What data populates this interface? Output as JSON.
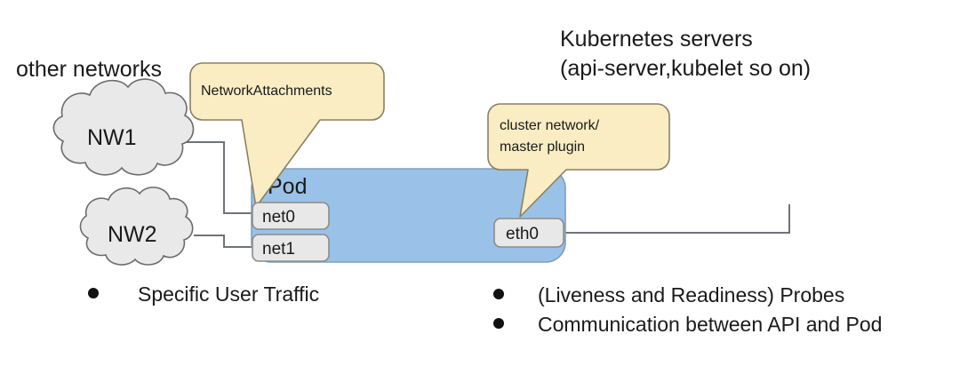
{
  "diagram": {
    "title_right": {
      "line1": "Kubernetes servers",
      "line2": "(api-server,kubelet so on)"
    },
    "label_other_networks": "other networks",
    "clouds": [
      {
        "name": "NW1"
      },
      {
        "name": "NW2"
      }
    ],
    "pod": {
      "label": "Pod",
      "interfaces_left": [
        {
          "label": "net0"
        },
        {
          "label": "net1"
        }
      ],
      "interfaces_right": [
        {
          "label": "eth0"
        }
      ]
    },
    "callouts": [
      {
        "id": "network-attachments",
        "lines": [
          "NetworkAttachments"
        ]
      },
      {
        "id": "cluster-network",
        "lines": [
          "cluster network/",
          "master plugin"
        ]
      }
    ],
    "bullets_left": [
      "Specific User Traffic"
    ],
    "bullets_right": [
      "(Liveness and Readiness) Probes",
      "Communication between API and Pod"
    ],
    "colors": {
      "background": "#ffffff",
      "pod_fill": "#9ac2e8",
      "pod_stroke": "#7d9fc0",
      "cloud_fill": "#e9e9e9",
      "cloud_stroke": "#6b6b6b",
      "callout_fill": "#faedc4",
      "callout_stroke": "#8a8063",
      "interface_fill": "#e8e8e8",
      "interface_stroke": "#8b8b8b",
      "connector": "#6e7378",
      "text": "#1a1a1a"
    }
  }
}
